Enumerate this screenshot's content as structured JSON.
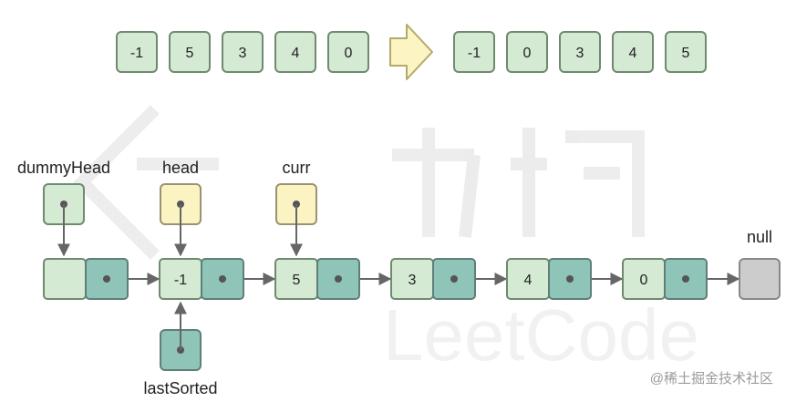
{
  "colors": {
    "value_fill": "#d4ead3",
    "value_stroke": "#6f8a6f",
    "pointer_fill": "#8fc4b8",
    "pointer_stroke": "#5f7f78",
    "highlight_fill": "#fbf3c2",
    "highlight_stroke": "#9a9270",
    "null_fill": "#cccccc",
    "null_stroke": "#888888",
    "arrow": "#666666",
    "transform_arrow_fill": "#fdf4c4",
    "transform_arrow_stroke": "#b3a96a"
  },
  "before_array": [
    "-1",
    "5",
    "3",
    "4",
    "0"
  ],
  "after_array": [
    "-1",
    "0",
    "3",
    "4",
    "5"
  ],
  "list_nodes": [
    "",
    "-1",
    "5",
    "3",
    "4",
    "0"
  ],
  "null_label": "null",
  "pointers": {
    "dummyHead": "dummyHead",
    "head": "head",
    "curr": "curr",
    "lastSorted": "lastSorted"
  },
  "watermark": {
    "credit": "@稀土掘金技术社区",
    "brand": "LeetCode",
    "logo_chars": "力扣"
  }
}
